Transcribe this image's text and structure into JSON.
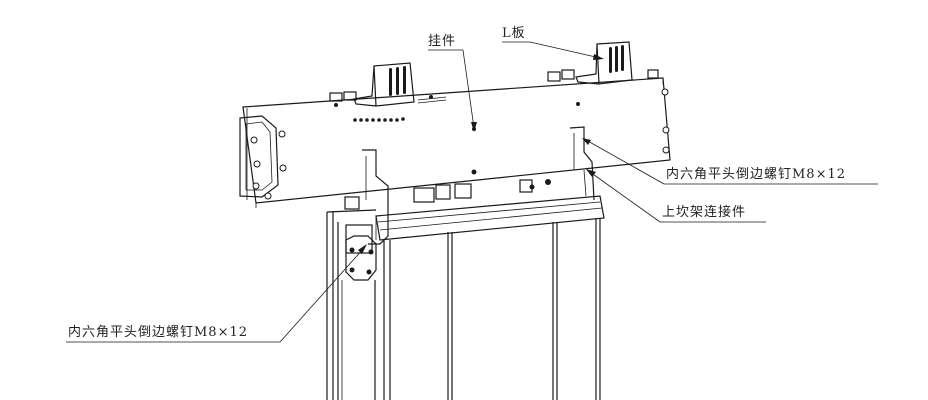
{
  "labels": {
    "hanger": "挂件",
    "l_plate": "L板",
    "screw_right": "内六角平头倒边螺钉M8×12",
    "connector": "上坎架连接件",
    "screw_left": "内六角平头倒边螺钉M8×12"
  }
}
